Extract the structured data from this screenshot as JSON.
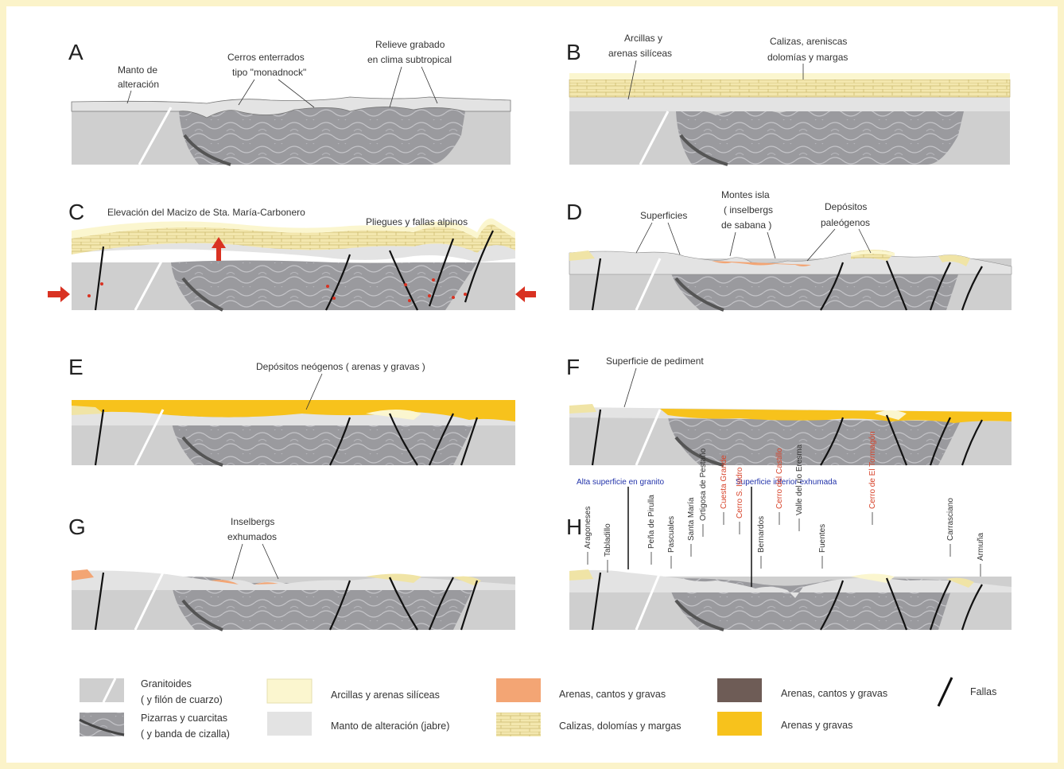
{
  "colors": {
    "background": "#fbf3c9",
    "granite": "#cfcfcf",
    "slate": "#9a9a9e",
    "weathering": "#e3e3e3",
    "clay_sand": "#fbf6cf",
    "limestone": "#f0e4a6",
    "orange_sand": "#f3a574",
    "brown_sand": "#6e5c56",
    "yellow_gravel": "#f7c21c",
    "fault": "#111111",
    "red_arrow": "#d93222",
    "blue_label": "#2233aa",
    "red_label": "#d7432a"
  },
  "panels": {
    "A": {
      "letter": "A",
      "labels": [
        "Manto de",
        "alteración",
        "Cerros enterrados",
        "tipo \"monadnock\"",
        "Relieve grabado",
        "en clima subtropical"
      ]
    },
    "B": {
      "letter": "B",
      "labels": [
        "Arcillas y",
        "arenas silíceas",
        "Calizas, areniscas",
        "dolomías y margas"
      ]
    },
    "C": {
      "letter": "C",
      "labels": [
        "Elevación del Macizo de Sta. María-Carbonero",
        "Pliegues y fallas alpinos"
      ]
    },
    "D": {
      "letter": "D",
      "labels": [
        "Superficies",
        "Montes isla",
        "( inselbergs",
        "de sabana )",
        "Depósitos",
        "paleógenos"
      ]
    },
    "E": {
      "letter": "E",
      "labels": [
        "Depósitos neógenos  ( arenas y gravas )"
      ]
    },
    "F": {
      "letter": "F",
      "labels": [
        "Superficie de pediment"
      ]
    },
    "G": {
      "letter": "G",
      "labels": [
        "Inselbergs",
        "exhumados"
      ]
    },
    "H": {
      "letter": "H",
      "blue_labels": [
        "Alta superficie en granito",
        "Superficie inferior exhumada"
      ],
      "place_labels": [
        "Aragoneses",
        "Tabladillo",
        "Peña de Pirulla",
        "Pascuales",
        "Santa María",
        "Ortigosa de Pestaño",
        "Cuesta Grande",
        "Cerro S. Isidro",
        "Bernardos",
        "Cerro del Castillo",
        "Valle del río Eresma",
        "Fuentes",
        "Cerro de El Tormagón",
        "Carrasciano",
        "Armuña"
      ]
    }
  },
  "legend": {
    "items": [
      {
        "line1": "Granitoides",
        "line2": "( y filón de cuarzo)"
      },
      {
        "line1": "Pizarras y cuarcitas",
        "line2": "( y banda de cizalla)"
      },
      {
        "line1": "Arcillas y arenas silíceas"
      },
      {
        "line1": "Manto de alteración  (jabre)"
      },
      {
        "line1": "Arenas, cantos y gravas"
      },
      {
        "line1": "Calizas, dolomías y margas"
      },
      {
        "line1": "Arenas, cantos y gravas"
      },
      {
        "line1": "Arenas y gravas"
      },
      {
        "line1": "Fallas"
      }
    ]
  }
}
